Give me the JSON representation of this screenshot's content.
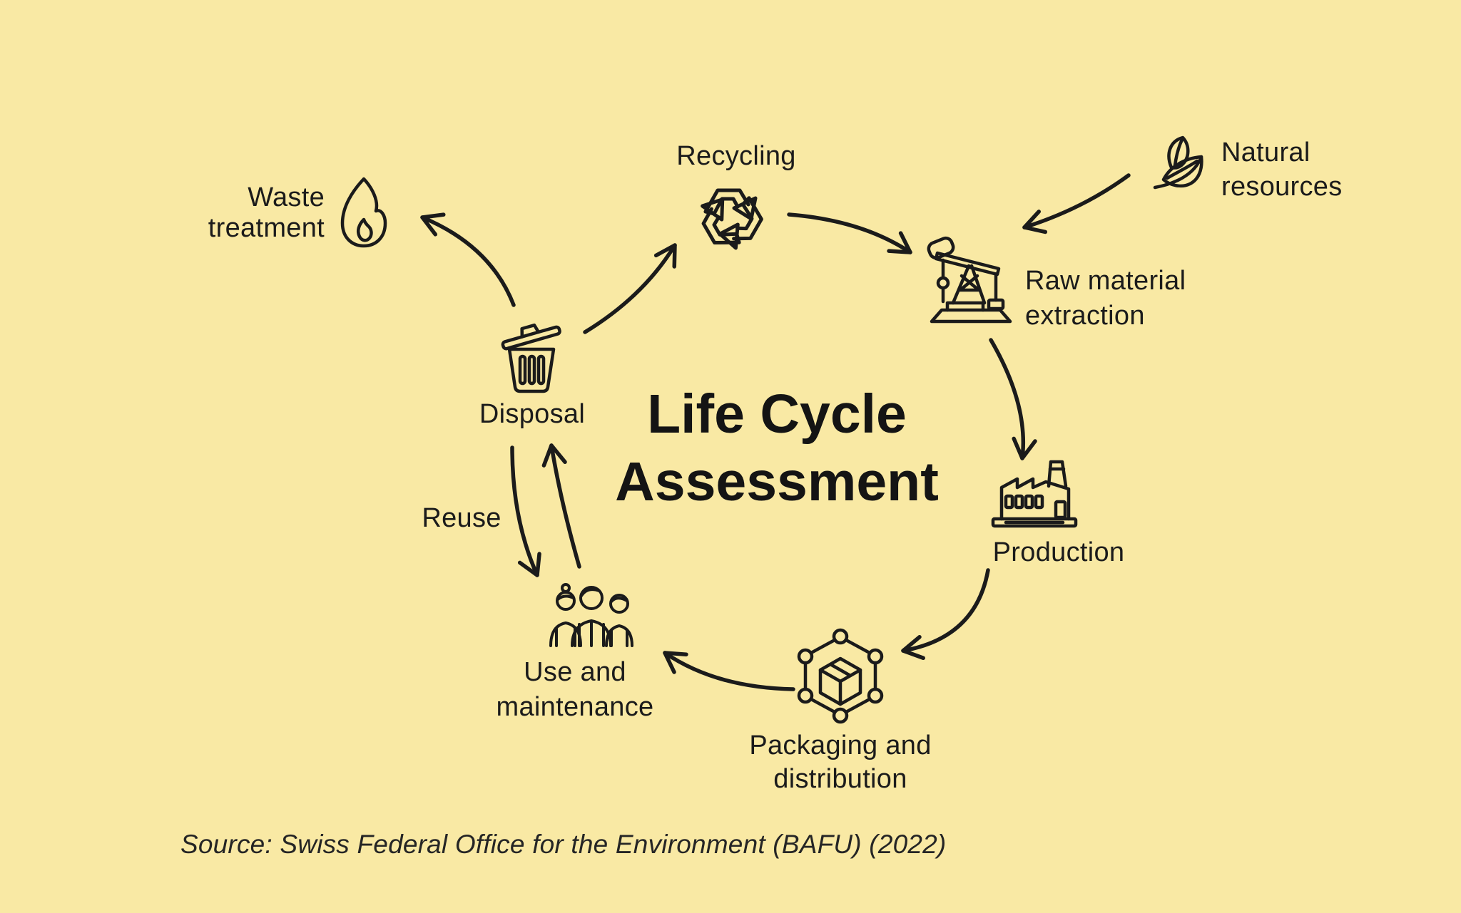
{
  "title": "Life Cycle\nAssessment",
  "source_note": "Source: Swiss Federal Office for the Environment (BAFU) (2022)",
  "reuse_label": "Reuse",
  "colors": {
    "background": "#F9E9A4",
    "ink": "#1B1B1B"
  },
  "nodes": {
    "recycling": {
      "label": "Recycling",
      "icon": "recycle-icon"
    },
    "natural_resources": {
      "label": "Natural\nresources",
      "icon": "leaf-icon"
    },
    "raw_material_extraction": {
      "label": "Raw material\nextraction",
      "icon": "oil-pump-icon"
    },
    "production": {
      "label": "Production",
      "icon": "factory-icon"
    },
    "packaging_and_distribution": {
      "label": "Packaging and\ndistribution",
      "icon": "package-network-icon"
    },
    "use_and_maintenance": {
      "label": "Use and\nmaintenance",
      "icon": "people-icon"
    },
    "disposal": {
      "label": "Disposal",
      "icon": "trash-can-icon"
    },
    "waste_treatment": {
      "label": "Waste\ntreatment",
      "icon": "flame-icon"
    }
  },
  "flows": [
    {
      "from": "Natural resources",
      "to": "Raw material extraction"
    },
    {
      "from": "Recycling",
      "to": "Raw material extraction"
    },
    {
      "from": "Raw material extraction",
      "to": "Production"
    },
    {
      "from": "Production",
      "to": "Packaging and distribution"
    },
    {
      "from": "Packaging and distribution",
      "to": "Use and maintenance"
    },
    {
      "from": "Use and maintenance",
      "to": "Disposal"
    },
    {
      "from": "Disposal",
      "to": "Use and maintenance",
      "label": "Reuse"
    },
    {
      "from": "Disposal",
      "to": "Recycling"
    },
    {
      "from": "Disposal",
      "to": "Waste treatment"
    }
  ]
}
